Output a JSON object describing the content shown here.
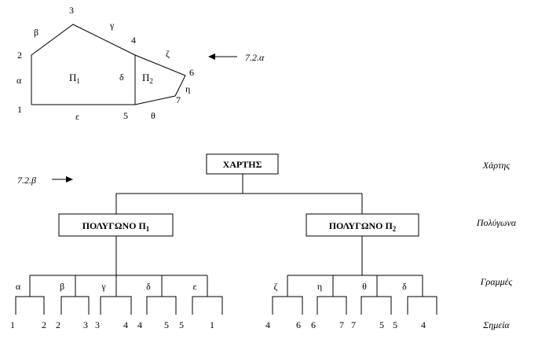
{
  "map": {
    "vertex_labels": [
      "1",
      "2",
      "3",
      "4",
      "5",
      "6",
      "7"
    ],
    "edge_labels": {
      "alpha": "α",
      "beta": "β",
      "gamma": "γ",
      "delta": "δ",
      "epsilon": "ε",
      "zeta": "ζ",
      "eta": "η",
      "theta": "θ"
    },
    "polygon_1": "Π",
    "polygon_1_sub": "1",
    "polygon_2": "Π",
    "polygon_2_sub": "2",
    "figure_ref_a": "7.2.α"
  },
  "tree": {
    "figure_ref_b": "7.2.β",
    "root": "ΧΑΡΤΗΣ",
    "poly1": "ΠΟΛΥΓΩΝΟ Π",
    "poly1_sub": "1",
    "poly2": "ΠΟΛΥΓΩΝΟ Π",
    "poly2_sub": "2",
    "lines1": [
      "α",
      "β",
      "γ",
      "δ",
      "ε"
    ],
    "lines2": [
      "ζ",
      "η",
      "θ",
      "δ"
    ],
    "points1": [
      "1",
      "2",
      "2",
      "3",
      "3",
      "4",
      "4",
      "5",
      "5",
      "1"
    ],
    "points2": [
      "4",
      "6",
      "6",
      "7",
      "7",
      "5",
      "5",
      "4"
    ]
  },
  "level_labels": {
    "map": "Χάρτης",
    "polygons": "Πολύγωνα",
    "lines": "Γραμμές",
    "points": "Σημεία"
  }
}
